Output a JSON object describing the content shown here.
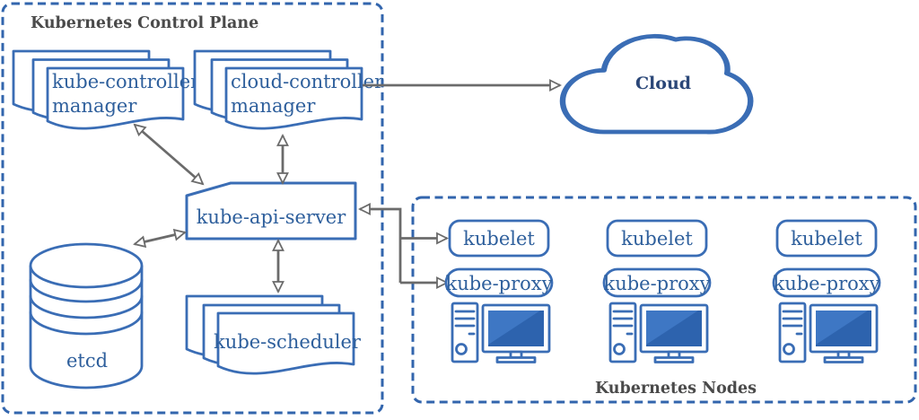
{
  "diagram": {
    "control_plane": {
      "title": "Kubernetes Control Plane",
      "kube_controller_manager_line1": "kube-controller",
      "kube_controller_manager_line2": "manager",
      "cloud_controller_manager_line1": "cloud-controller",
      "cloud_controller_manager_line2": "manager",
      "api_server_label": "kube-api-server",
      "etcd_label": "etcd",
      "scheduler_label": "kube-scheduler"
    },
    "cloud_label": "Cloud",
    "nodes_section": {
      "title": "Kubernetes Nodes",
      "nodes": [
        {
          "kubelet": "kubelet",
          "kube_proxy": "kube-proxy"
        },
        {
          "kubelet": "kubelet",
          "kube_proxy": "kube-proxy"
        },
        {
          "kubelet": "kubelet",
          "kube_proxy": "kube-proxy"
        }
      ]
    },
    "colors": {
      "stroke_blue": "#3a6db5",
      "text_blue": "#2e5f9c",
      "dash_blue": "#3265ad",
      "title_gray": "#4a4a4a",
      "arrow_gray": "#6b6b6b",
      "screen_blue": "#2d63ae",
      "screen_highlight": "#3e77c4",
      "cloud_text": "#2b4778"
    }
  }
}
